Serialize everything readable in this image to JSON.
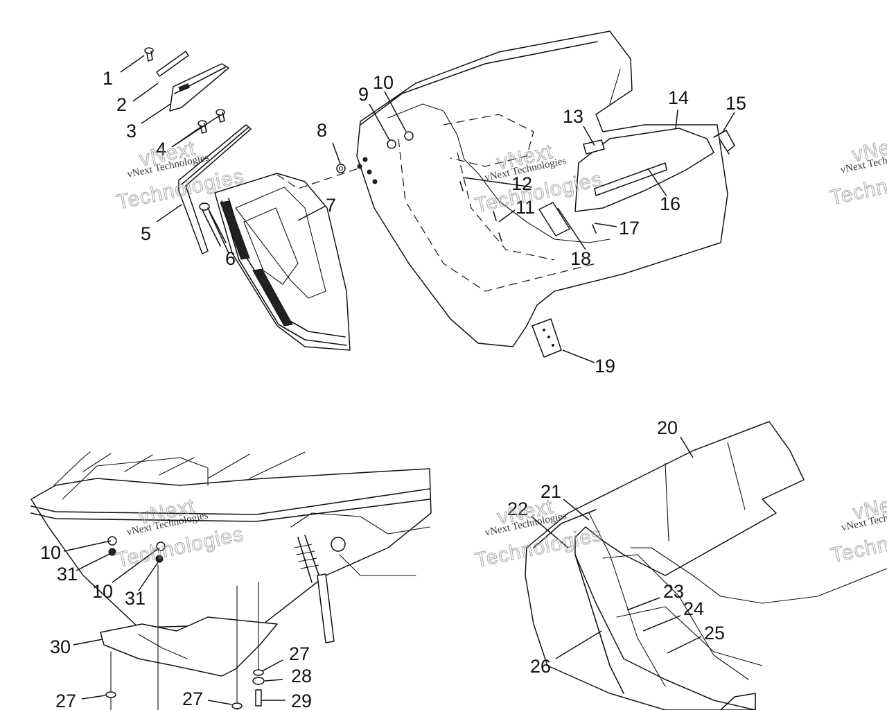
{
  "callouts": [
    {
      "id": "c1",
      "text": "1"
    },
    {
      "id": "c2",
      "text": "2"
    },
    {
      "id": "c3",
      "text": "3"
    },
    {
      "id": "c4",
      "text": "4"
    },
    {
      "id": "c5",
      "text": "5"
    },
    {
      "id": "c6",
      "text": "6"
    },
    {
      "id": "c7",
      "text": "7"
    },
    {
      "id": "c8",
      "text": "8"
    },
    {
      "id": "c9",
      "text": "9"
    },
    {
      "id": "c10a",
      "text": "10"
    },
    {
      "id": "c11",
      "text": "11"
    },
    {
      "id": "c12",
      "text": "12"
    },
    {
      "id": "c13",
      "text": "13"
    },
    {
      "id": "c14",
      "text": "14"
    },
    {
      "id": "c15",
      "text": "15"
    },
    {
      "id": "c16",
      "text": "16"
    },
    {
      "id": "c17",
      "text": "17"
    },
    {
      "id": "c18",
      "text": "18"
    },
    {
      "id": "c19",
      "text": "19"
    },
    {
      "id": "c20",
      "text": "20"
    },
    {
      "id": "c21",
      "text": "21"
    },
    {
      "id": "c22",
      "text": "22"
    },
    {
      "id": "c23",
      "text": "23"
    },
    {
      "id": "c24",
      "text": "24"
    },
    {
      "id": "c25",
      "text": "25"
    },
    {
      "id": "c26",
      "text": "26"
    },
    {
      "id": "c10b",
      "text": "10"
    },
    {
      "id": "c31a",
      "text": "31"
    },
    {
      "id": "c10c",
      "text": "10"
    },
    {
      "id": "c31b",
      "text": "31"
    },
    {
      "id": "c30",
      "text": "30"
    },
    {
      "id": "c27a",
      "text": "27"
    },
    {
      "id": "c28",
      "text": "28"
    },
    {
      "id": "c27b",
      "text": "27"
    },
    {
      "id": "c27c",
      "text": "27"
    },
    {
      "id": "c29",
      "text": "29"
    }
  ],
  "watermark": {
    "line1": "vNext Technologies",
    "line2": "Technologies",
    "line3": "vNext"
  },
  "colors": {
    "ink": "#111111",
    "watermark": "#9a9a9a",
    "background": "#ffffff"
  }
}
